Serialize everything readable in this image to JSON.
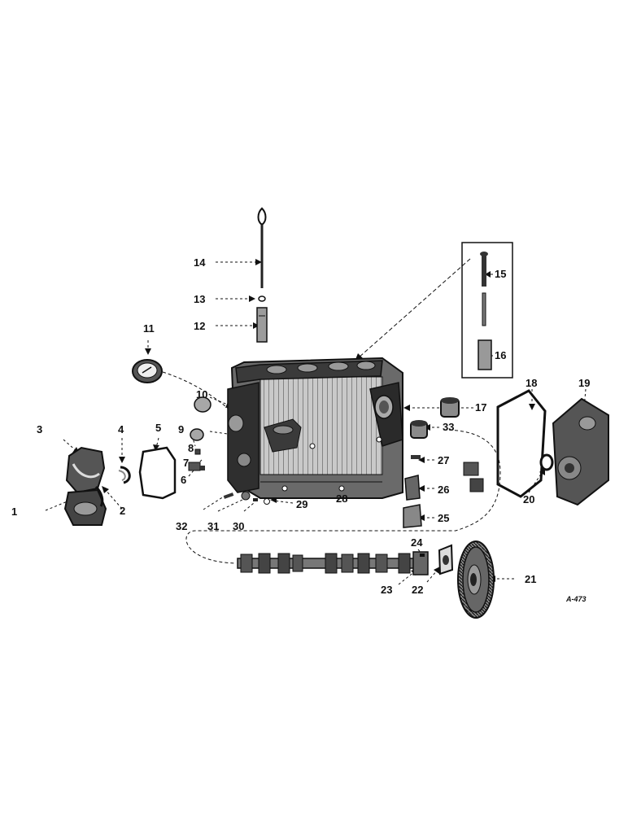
{
  "diagram": {
    "reference_code": "A-473",
    "callouts": [
      {
        "id": "1",
        "label": "1"
      },
      {
        "id": "2",
        "label": "2"
      },
      {
        "id": "3",
        "label": "3"
      },
      {
        "id": "4",
        "label": "4"
      },
      {
        "id": "5",
        "label": "5"
      },
      {
        "id": "6",
        "label": "6"
      },
      {
        "id": "7",
        "label": "7"
      },
      {
        "id": "8",
        "label": "8"
      },
      {
        "id": "9",
        "label": "9"
      },
      {
        "id": "10",
        "label": "10"
      },
      {
        "id": "11",
        "label": "11"
      },
      {
        "id": "12",
        "label": "12"
      },
      {
        "id": "13",
        "label": "13"
      },
      {
        "id": "14",
        "label": "14"
      },
      {
        "id": "15",
        "label": "15"
      },
      {
        "id": "16",
        "label": "16"
      },
      {
        "id": "17",
        "label": "17"
      },
      {
        "id": "18",
        "label": "18"
      },
      {
        "id": "19",
        "label": "19"
      },
      {
        "id": "20",
        "label": "20"
      },
      {
        "id": "21",
        "label": "21"
      },
      {
        "id": "22",
        "label": "22"
      },
      {
        "id": "23",
        "label": "23"
      },
      {
        "id": "24",
        "label": "24"
      },
      {
        "id": "25",
        "label": "25"
      },
      {
        "id": "26",
        "label": "26"
      },
      {
        "id": "27",
        "label": "27"
      },
      {
        "id": "28",
        "label": "28"
      },
      {
        "id": "29",
        "label": "29"
      },
      {
        "id": "30",
        "label": "30"
      },
      {
        "id": "31",
        "label": "31"
      },
      {
        "id": "32",
        "label": "32"
      },
      {
        "id": "33",
        "label": "33"
      }
    ],
    "colors": {
      "ink": "#111111",
      "part_dark": "#2a2a2a",
      "part_mid": "#6a6a6a",
      "part_light": "#bdbdbd",
      "paper": "#ffffff"
    }
  }
}
